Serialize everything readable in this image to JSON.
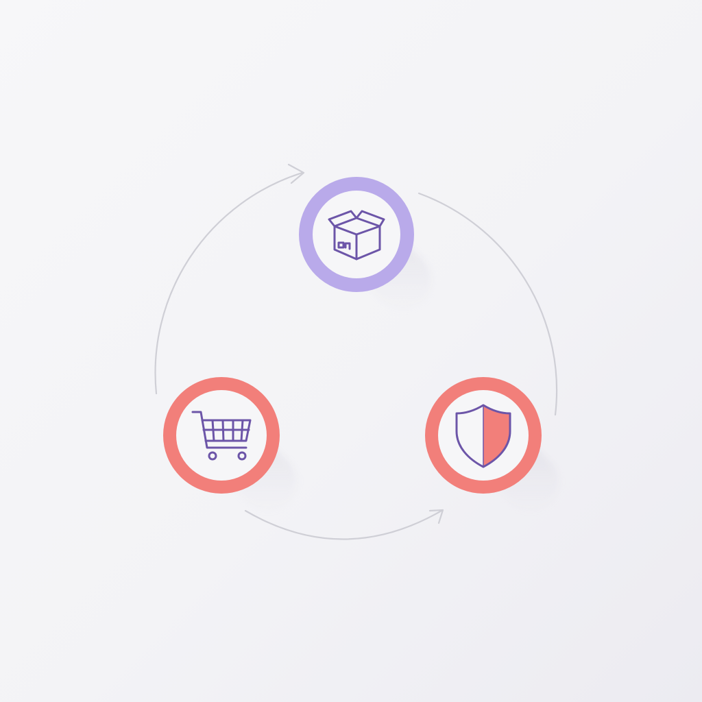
{
  "diagram": {
    "type": "cycle",
    "nodes": [
      {
        "id": "package",
        "icon": "package-box-icon",
        "ring_color": "#b9aaea"
      },
      {
        "id": "cart",
        "icon": "shopping-cart-icon",
        "ring_color": "#f27f7a"
      },
      {
        "id": "shield",
        "icon": "shield-icon",
        "ring_color": "#f27f7a"
      }
    ],
    "connectors": [
      {
        "from": "cart",
        "to": "package",
        "arrow": true
      },
      {
        "from": "package",
        "to": "shield",
        "arrow": false
      },
      {
        "from": "cart",
        "to": "shield",
        "arrow": true
      }
    ],
    "colors": {
      "icon_stroke": "#6c55a8",
      "shield_fill": "#f27f7a",
      "connector": "#cfcfd6",
      "node_fill": "#f6f6f8"
    }
  }
}
